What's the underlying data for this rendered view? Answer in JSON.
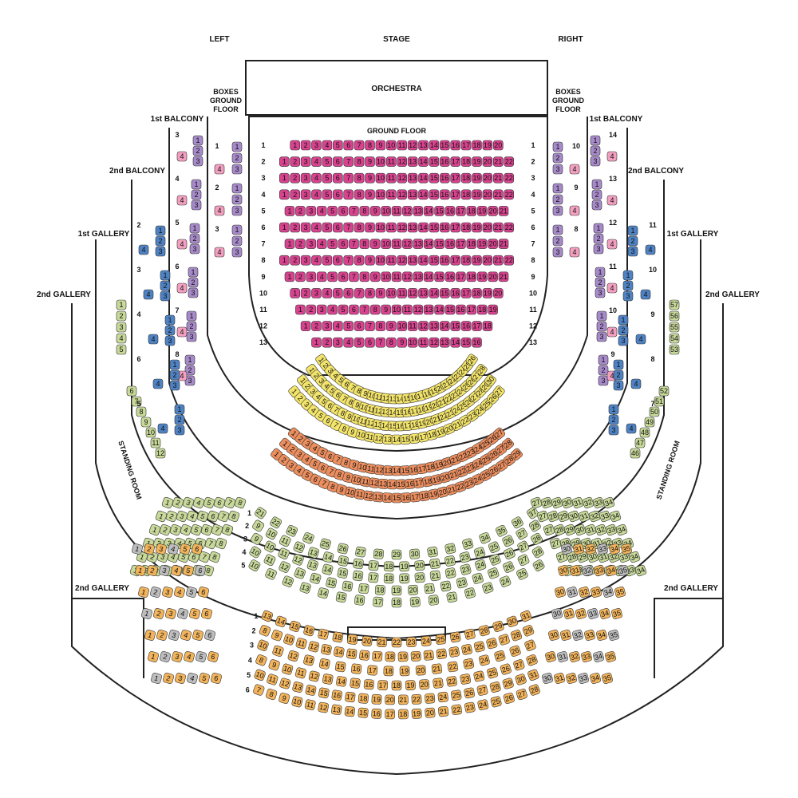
{
  "labels": {
    "left": "LEFT",
    "stage": "STAGE",
    "right": "RIGHT",
    "orchestra": "ORCHESTRA",
    "ground_floor": "GROUND FLOOR",
    "boxes_left": [
      "BOXES",
      "GROUND",
      "FLOOR"
    ],
    "boxes_right": [
      "BOXES",
      "GROUND",
      "FLOOR"
    ],
    "balcony1": "1st BALCONY",
    "balcony2": "2nd BALCONY",
    "gallery1": "1st GALLERY",
    "gallery2": "2nd GALLERY",
    "standing_room": "STANDING ROOM"
  },
  "colors": {
    "ground_floor": "#d8438f",
    "balcony1": "#f3e46a",
    "balcony2": "#ec8e5e",
    "gallery1": "#c8d99a",
    "gallery2": "#f2b45c",
    "gallery2_grey": "#bdbdbd",
    "box_purple": "#a78ac9",
    "box_pink": "#f3a0c0",
    "box_blue": "#4f82c3"
  },
  "ground_floor_rows": [
    {
      "row": "1",
      "seats": 20
    },
    {
      "row": "2",
      "seats": 22
    },
    {
      "row": "3",
      "seats": 22
    },
    {
      "row": "4",
      "seats": 22
    },
    {
      "row": "5",
      "seats": 21
    },
    {
      "row": "6",
      "seats": 22
    },
    {
      "row": "7",
      "seats": 21
    },
    {
      "row": "8",
      "seats": 22
    },
    {
      "row": "9",
      "seats": 21
    },
    {
      "row": "10",
      "seats": 20
    },
    {
      "row": "11",
      "seats": 19
    },
    {
      "row": "12",
      "seats": 18
    },
    {
      "row": "13",
      "seats": 16
    }
  ],
  "balcony1_rows": [
    {
      "row": "1",
      "seats": 26
    },
    {
      "row": "2",
      "seats": 28
    },
    {
      "row": "3",
      "seats": 30
    },
    {
      "row": "4",
      "seats": 27
    }
  ],
  "balcony2_rows": [
    {
      "row": "1",
      "seats": 27
    },
    {
      "row": "2",
      "seats": 28
    },
    {
      "row": "3",
      "seats": 29
    }
  ],
  "gallery1_center_rows": [
    {
      "row": "1",
      "first": 21,
      "last": 37
    },
    {
      "row": "2",
      "first": 9,
      "last": 28
    },
    {
      "row": "3",
      "first": 9,
      "last": 28
    },
    {
      "row": "4",
      "first": 10,
      "last": 28
    },
    {
      "row": "5",
      "first": 10,
      "last": 26
    }
  ],
  "gallery2_center_rows": [
    {
      "row": "1",
      "first": 13,
      "last": 31
    },
    {
      "row": "2",
      "first": 8,
      "last": 29
    },
    {
      "row": "3",
      "first": 10,
      "last": 27
    },
    {
      "row": "4",
      "first": 8,
      "last": 28
    },
    {
      "row": "5",
      "first": 10,
      "last": 31
    },
    {
      "row": "6",
      "first": 7,
      "last": 28
    }
  ],
  "boxes_left_ground": [
    "1",
    "2",
    "3"
  ],
  "boxes_right_ground": [
    "10",
    "9",
    "8"
  ],
  "boxes_left_balcony1": [
    "3",
    "4",
    "5",
    "6",
    "7",
    "8"
  ],
  "boxes_right_balcony1": [
    "14",
    "13",
    "12",
    "11",
    "10",
    "9"
  ],
  "boxes_left_balcony2": [
    "2",
    "3",
    "4",
    "6",
    "5"
  ],
  "boxes_right_balcony2": [
    "11",
    "10",
    "9",
    "8",
    "7"
  ],
  "standing_left_seats": [
    "1",
    "2",
    "3",
    "4",
    "5"
  ],
  "standing_left_seats2": [
    "6",
    "7",
    "8",
    "9",
    "10",
    "11",
    "12"
  ],
  "standing_right_seats": [
    "57",
    "56",
    "55",
    "54",
    "53"
  ],
  "standing_right_seats2": [
    "52",
    "51",
    "50",
    "49",
    "48",
    "47",
    "46"
  ]
}
